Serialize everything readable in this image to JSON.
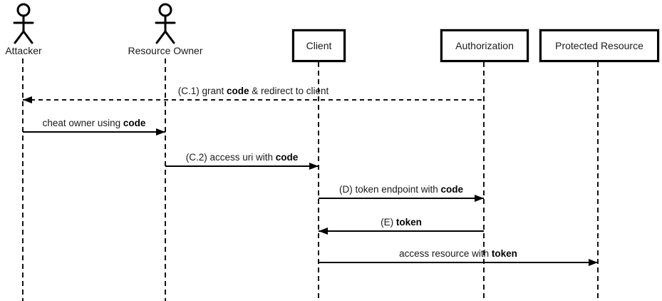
{
  "diagram": {
    "type": "sequence",
    "background": "#ffffff",
    "line_color": "#000000",
    "participants": [
      {
        "id": "attacker",
        "kind": "actor",
        "label": "Attacker"
      },
      {
        "id": "resource-owner",
        "kind": "actor",
        "label": "Resource Owner"
      },
      {
        "id": "client",
        "kind": "box",
        "label": "Client"
      },
      {
        "id": "authorization",
        "kind": "box",
        "label": "Authorization"
      },
      {
        "id": "protected-resource",
        "kind": "box",
        "label": "Protected Resource"
      }
    ],
    "messages": [
      {
        "from": "authorization",
        "to": "attacker",
        "line": "dashed",
        "direction": "left",
        "prefix": "(C.1) grant ",
        "keyword": "code",
        "suffix": " & redirect to client"
      },
      {
        "from": "attacker",
        "to": "resource-owner",
        "line": "solid",
        "direction": "right",
        "prefix": "cheat owner using ",
        "keyword": "code",
        "suffix": ""
      },
      {
        "from": "resource-owner",
        "to": "client",
        "line": "solid",
        "direction": "right",
        "prefix": "(C.2) access uri with ",
        "keyword": "code",
        "suffix": ""
      },
      {
        "from": "client",
        "to": "authorization",
        "line": "solid",
        "direction": "right",
        "prefix": "(D) token endpoint with ",
        "keyword": "code",
        "suffix": ""
      },
      {
        "from": "authorization",
        "to": "client",
        "line": "solid",
        "direction": "left",
        "prefix": "(E) ",
        "keyword": "token",
        "suffix": ""
      },
      {
        "from": "client",
        "to": "protected-resource",
        "line": "solid",
        "direction": "right",
        "prefix": "access resource with ",
        "keyword": "token",
        "suffix": ""
      }
    ]
  }
}
